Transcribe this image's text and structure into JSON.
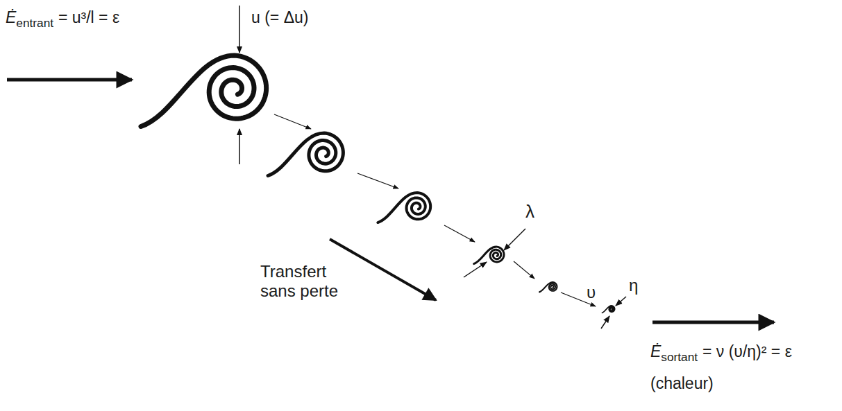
{
  "diagram": {
    "labels": [
      "Ė",
      "entrant",
      "= u³/l = ε",
      "u (= Δu)",
      "λ",
      "Transfert sans perte",
      "υ",
      "η",
      "Ė",
      "sortant",
      "= ν (υ/η)² = ε",
      "(chaleur)"
    ]
  }
}
